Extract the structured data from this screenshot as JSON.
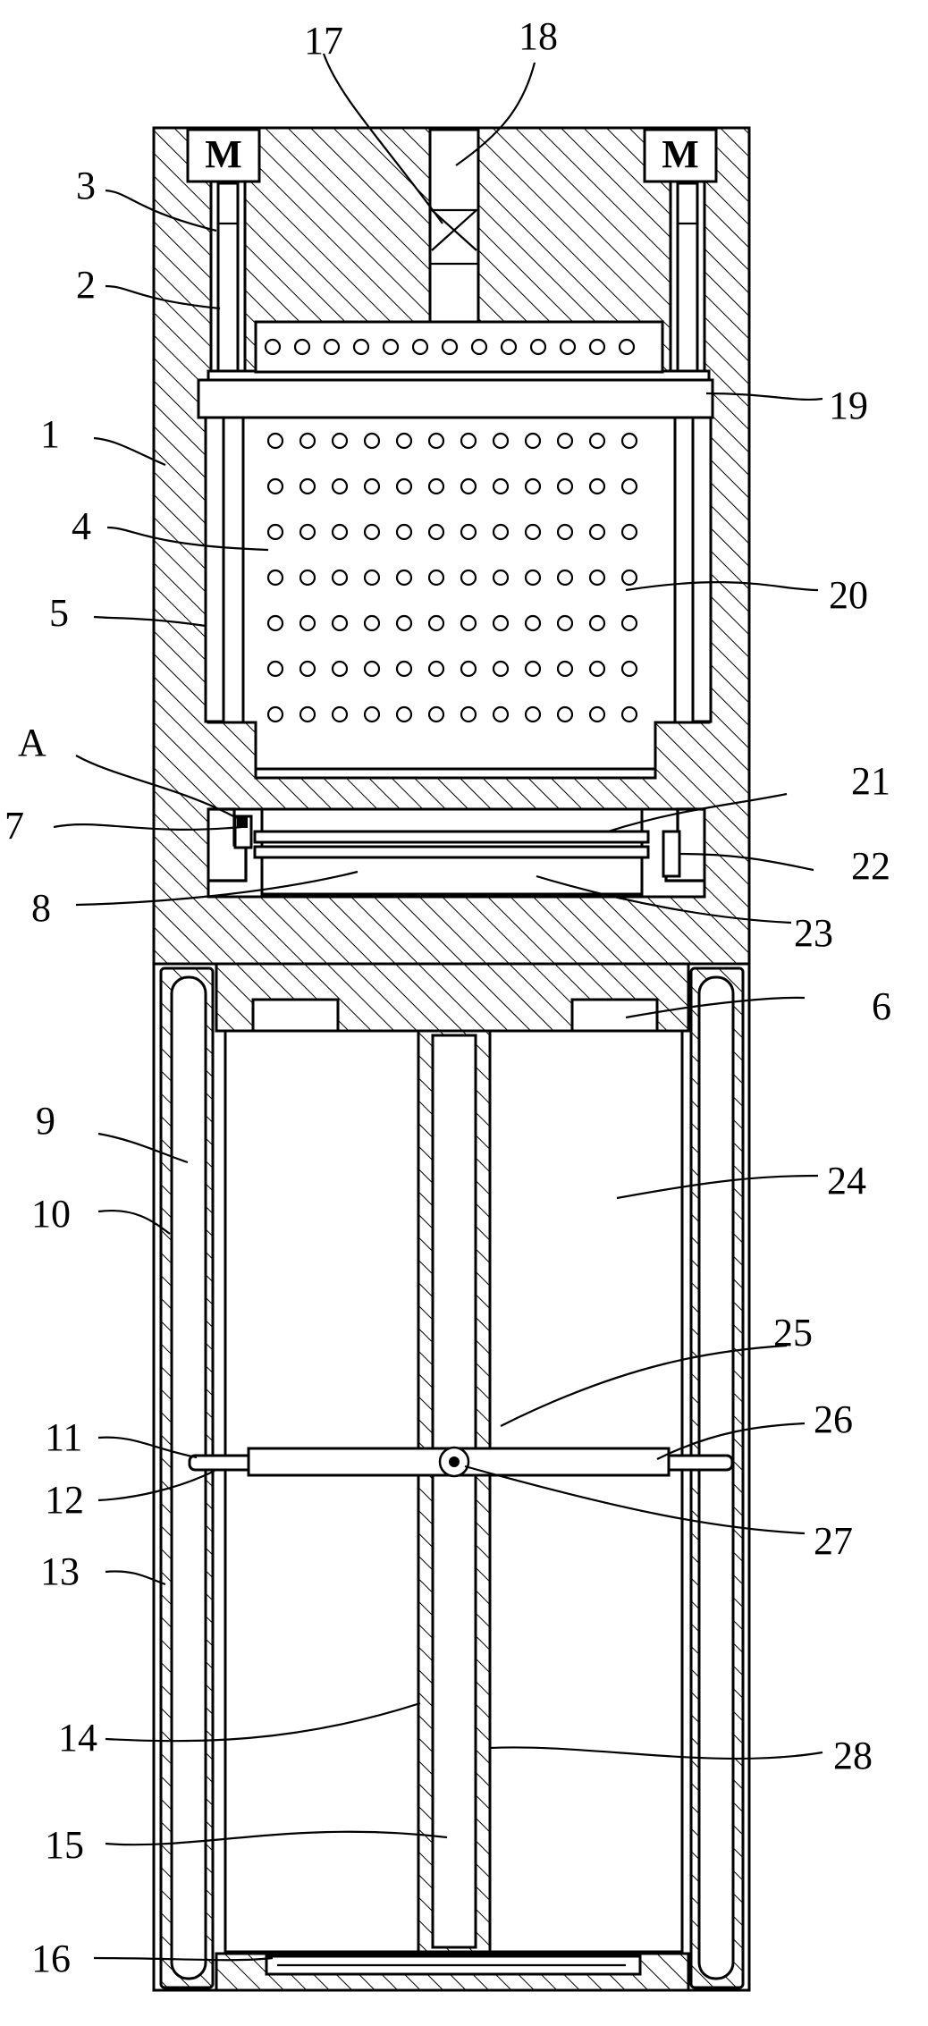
{
  "motor_labels": [
    "M",
    "M"
  ],
  "labels": {
    "l1": "1",
    "l2": "2",
    "l3": "3",
    "l4": "4",
    "l5": "5",
    "l6": "6",
    "l7": "7",
    "l8": "8",
    "l9": "9",
    "l10": "10",
    "l11": "11",
    "l12": "12",
    "l13": "13",
    "l14": "14",
    "l15": "15",
    "l16": "16",
    "l17": "17",
    "l18": "18",
    "l19": "19",
    "l20": "20",
    "l21": "21",
    "l22": "22",
    "l23": "23",
    "l24": "24",
    "l25": "25",
    "l26": "26",
    "l27": "27",
    "l28": "28",
    "lA": "A"
  }
}
